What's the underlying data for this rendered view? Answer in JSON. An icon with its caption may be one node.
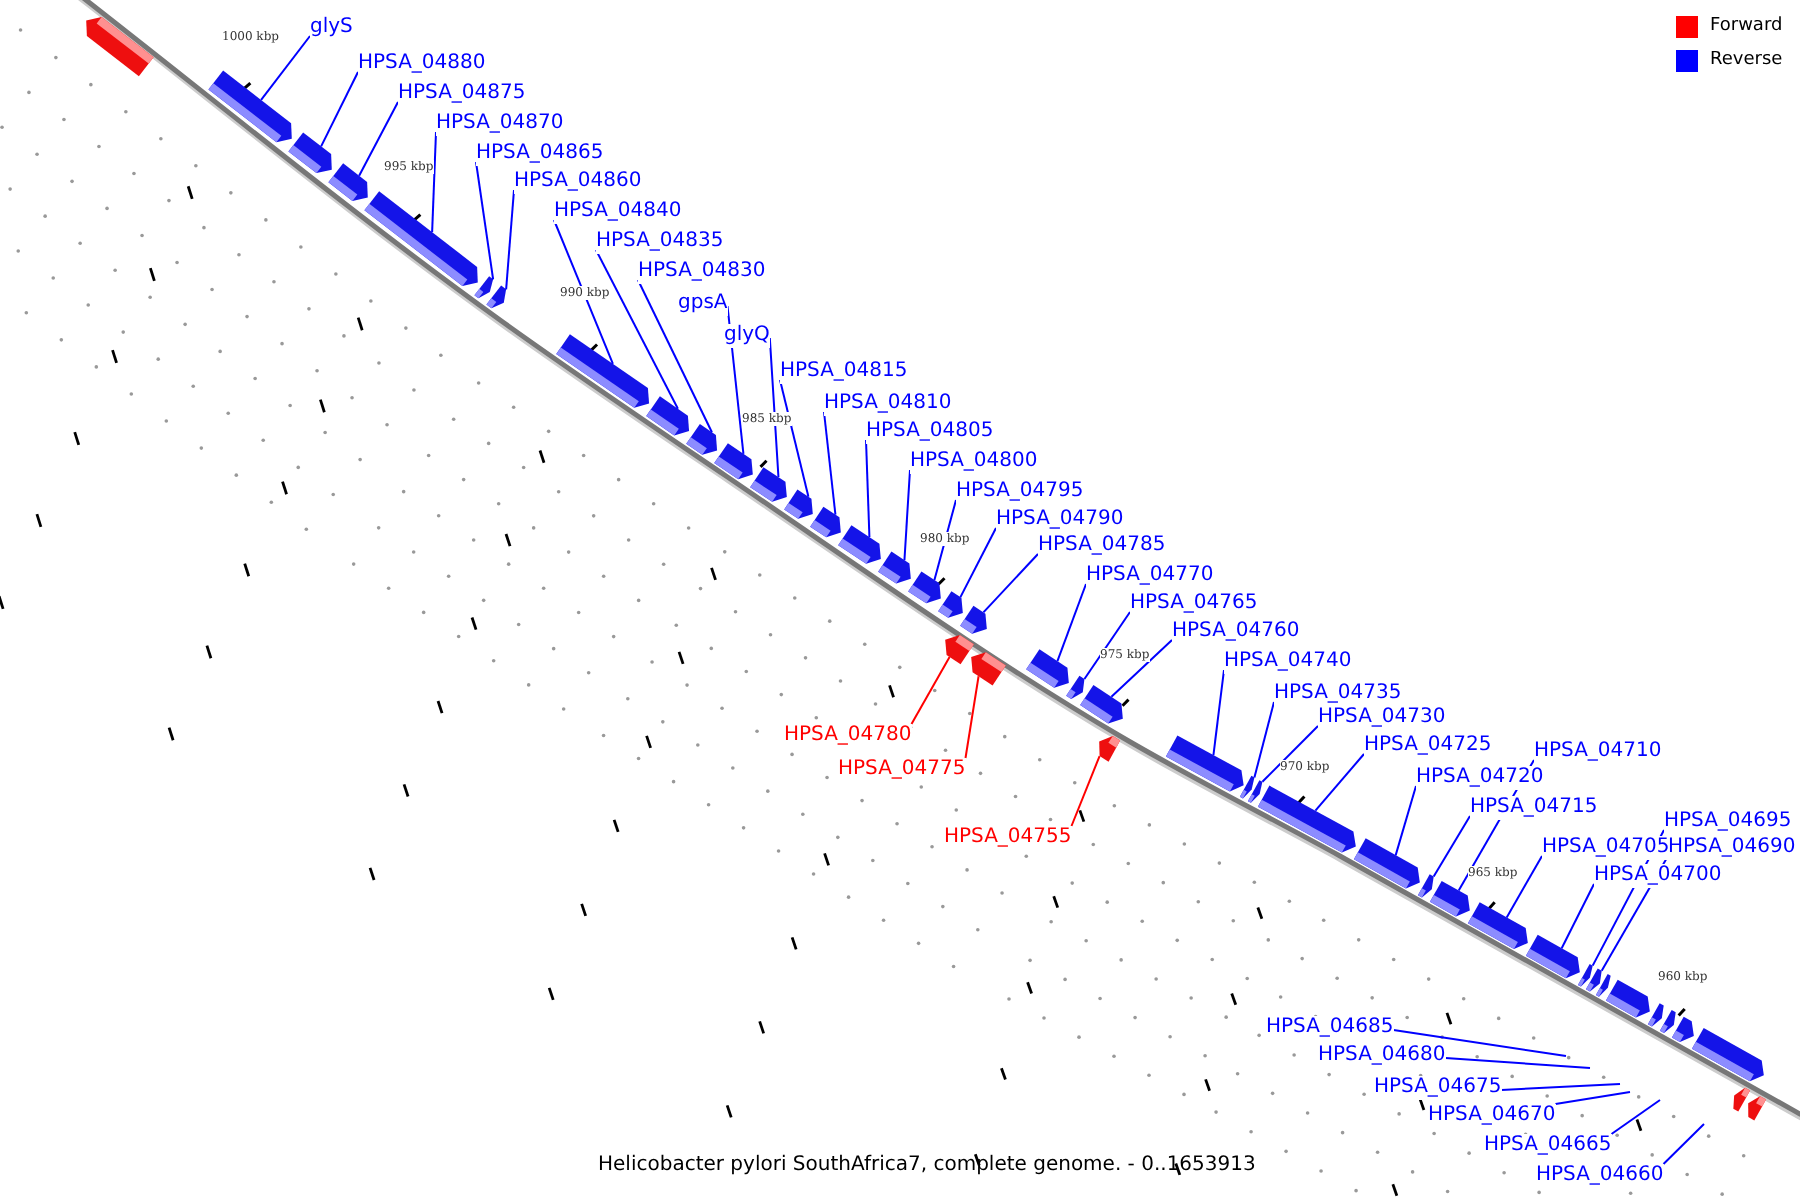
{
  "diagram": {
    "caption": "Helicobacter pylori SouthAfrica7, complete genome. - 0..1653913",
    "nodes": [
      {
        "text": [
          "glyS"
        ]
      },
      {
        "text": [
          "HPSA_04880"
        ]
      },
      {
        "text": [
          "HPSA_04875"
        ]
      },
      {
        "text": [
          "HPSA_04870"
        ]
      },
      {
        "text": [
          "HPSA_04865"
        ]
      },
      {
        "text": [
          "HPSA_04860"
        ]
      },
      {
        "text": [
          "HPSA_04840"
        ]
      },
      {
        "text": [
          "HPSA_04835"
        ]
      },
      {
        "text": [
          "HPSA_04830"
        ]
      },
      {
        "text": [
          "gpsA"
        ]
      },
      {
        "text": [
          "glyQ"
        ]
      },
      {
        "text": [
          "HPSA_04815"
        ]
      },
      {
        "text": [
          "HPSA_04810"
        ]
      },
      {
        "text": [
          "HPSA_04805"
        ]
      },
      {
        "text": [
          "HPSA_04800"
        ]
      },
      {
        "text": [
          "HPSA_04795"
        ]
      },
      {
        "text": [
          "HPSA_04790"
        ]
      },
      {
        "text": [
          "HPSA_04785"
        ]
      },
      {
        "text": [
          "HPSA_04770"
        ]
      },
      {
        "text": [
          "HPSA_04765"
        ]
      },
      {
        "text": [
          "HPSA_04760"
        ]
      },
      {
        "text": [
          "HPSA_04780"
        ]
      },
      {
        "text": [
          "HPSA_04775"
        ]
      },
      {
        "text": [
          "HPSA_04755"
        ]
      },
      {
        "text": [
          "HPSA_04740"
        ]
      },
      {
        "text": [
          "HPSA_04735"
        ]
      },
      {
        "text": [
          "HPSA_04730"
        ]
      },
      {
        "text": [
          "HPSA_04725"
        ]
      },
      {
        "text": [
          "HPSA_04720"
        ]
      },
      {
        "text": [
          "HPSA_04715"
        ]
      },
      {
        "text": [
          "HPSA_04710"
        ]
      },
      {
        "text": [
          "HPSA_04705"
        ]
      },
      {
        "text": [
          "HPSA_04700"
        ]
      },
      {
        "text": [
          "HPSA_04695"
        ]
      },
      {
        "text": [
          "HPSA_04690"
        ]
      },
      {
        "text": [
          "HPSA_04685"
        ]
      },
      {
        "text": [
          "HPSA_04680"
        ]
      },
      {
        "text": [
          "HPSA_04675"
        ]
      },
      {
        "text": [
          "HPSA_04670"
        ]
      },
      {
        "text": [
          "HPSA_04665"
        ]
      },
      {
        "text": [
          "HPSA_04660"
        ]
      },
      {
        "text": [],
        "shape": "bar"
      },
      {
        "text": [],
        "shape": "bar"
      },
      {
        "text": [],
        "shape": "bar"
      },
      {
        "text": [],
        "shape": "bar"
      },
      {
        "text": [],
        "shape": "bar"
      },
      {
        "text": [],
        "shape": "bar"
      },
      {
        "text": [],
        "shape": "bar"
      },
      {
        "text": [],
        "shape": "bar"
      },
      {
        "text": [],
        "shape": "bar"
      },
      {
        "text": [],
        "shape": "bar"
      },
      {
        "text": [],
        "shape": "bar"
      },
      {
        "text": [],
        "shape": "bar"
      },
      {
        "text": [],
        "shape": "bar"
      },
      {
        "text": [],
        "shape": "bar"
      },
      {
        "text": [],
        "shape": "bar"
      },
      {
        "text": [],
        "shape": "bar"
      },
      {
        "text": [],
        "shape": "bar"
      },
      {
        "text": [],
        "shape": "bar"
      },
      {
        "text": [],
        "shape": "bar"
      },
      {
        "text": [],
        "shape": "bar"
      },
      {
        "text": [],
        "shape": "bar"
      },
      {
        "text": [],
        "shape": "bar"
      },
      {
        "text": [],
        "shape": "bar"
      },
      {
        "text": [],
        "shape": "bar"
      },
      {
        "text": [],
        "shape": "bar"
      },
      {
        "text": [],
        "shape": "bar"
      },
      {
        "text": [],
        "shape": "bar"
      },
      {
        "text": [],
        "shape": "bar"
      },
      {
        "text": [],
        "shape": "bar"
      },
      {
        "text": [],
        "shape": "bar"
      },
      {
        "text": [],
        "shape": "bar"
      },
      {
        "text": [],
        "shape": "bar"
      },
      {
        "text": [],
        "shape": "bar"
      },
      {
        "text": [],
        "shape": "bar"
      },
      {
        "text": [],
        "shape": "bar"
      },
      {
        "text": [],
        "shape": "bar"
      },
      {
        "text": [],
        "shape": "bar"
      },
      {
        "text": [],
        "shape": "bar"
      },
      {
        "text": [],
        "shape": "bar"
      },
      {
        "text": [],
        "shape": "bar"
      },
      {
        "text": [],
        "shape": "bar"
      },
      {
        "text": [],
        "shape": "bar"
      },
      {
        "text": [],
        "shape": "bar"
      },
      {
        "text": [],
        "shape": "bar"
      }
    ],
    "edges": [
      {
        "from": 0,
        "to": 42,
        "arrow": "none"
      },
      {
        "from": 1,
        "to": 43,
        "arrow": "none"
      },
      {
        "from": 2,
        "to": 44,
        "arrow": "none"
      },
      {
        "from": 3,
        "to": 45,
        "arrow": "none"
      },
      {
        "from": 4,
        "to": 46,
        "arrow": "none"
      },
      {
        "from": 5,
        "to": 47,
        "arrow": "none"
      },
      {
        "from": 6,
        "to": 48,
        "arrow": "none"
      },
      {
        "from": 7,
        "to": 49,
        "arrow": "none"
      },
      {
        "from": 8,
        "to": 50,
        "arrow": "none"
      },
      {
        "from": 9,
        "to": 51,
        "arrow": "none"
      },
      {
        "from": 10,
        "to": 52,
        "arrow": "none"
      },
      {
        "from": 11,
        "to": 53,
        "arrow": "none"
      },
      {
        "from": 12,
        "to": 54,
        "arrow": "none"
      },
      {
        "from": 13,
        "to": 55,
        "arrow": "none"
      },
      {
        "from": 14,
        "to": 56,
        "arrow": "none"
      },
      {
        "from": 15,
        "to": 57,
        "arrow": "none"
      },
      {
        "from": 16,
        "to": 58,
        "arrow": "none"
      },
      {
        "from": 17,
        "to": 60,
        "arrow": "none"
      },
      {
        "from": 18,
        "to": 62,
        "arrow": "none"
      },
      {
        "from": 19,
        "to": 63,
        "arrow": "none"
      },
      {
        "from": 20,
        "to": 64,
        "arrow": "none"
      },
      {
        "from": 21,
        "to": 59,
        "arrow": "none",
        "color": "#ff0000"
      },
      {
        "from": 22,
        "to": 61,
        "arrow": "none",
        "color": "#ff0000"
      },
      {
        "from": 23,
        "to": 65,
        "arrow": "none",
        "color": "#ff0000"
      },
      {
        "from": 24,
        "to": 66,
        "arrow": "none"
      },
      {
        "from": 25,
        "to": 67,
        "arrow": "none"
      },
      {
        "from": 26,
        "to": 68,
        "arrow": "none"
      },
      {
        "from": 27,
        "to": 69,
        "arrow": "none"
      },
      {
        "from": 28,
        "to": 70,
        "arrow": "none"
      },
      {
        "from": 29,
        "to": 71,
        "arrow": "none"
      },
      {
        "from": 30,
        "to": 72,
        "arrow": "none"
      },
      {
        "from": 31,
        "to": 73,
        "arrow": "none"
      },
      {
        "from": 32,
        "to": 74,
        "arrow": "none"
      },
      {
        "from": 33,
        "to": 75,
        "arrow": "none"
      },
      {
        "from": 34,
        "to": 76,
        "arrow": "none"
      },
      {
        "from": 35,
        "to": null,
        "arrow": "none"
      },
      {
        "from": 36,
        "to": null,
        "arrow": "none"
      },
      {
        "from": 37,
        "to": null,
        "arrow": "none"
      },
      {
        "from": 38,
        "to": null,
        "arrow": "none"
      },
      {
        "from": 39,
        "to": null,
        "arrow": "none"
      },
      {
        "from": 40,
        "to": null,
        "arrow": "none"
      }
    ],
    "labels": [
      "1000 kbp",
      "995 kbp",
      "990 kbp",
      "985 kbp",
      "980 kbp",
      "975 kbp",
      "970 kbp",
      "965 kbp",
      "960 kbp"
    ],
    "legend": [
      {
        "text": "Forward",
        "color": "#ff0000"
      },
      {
        "text": "Reverse",
        "color": "#0000ff"
      }
    ]
  }
}
